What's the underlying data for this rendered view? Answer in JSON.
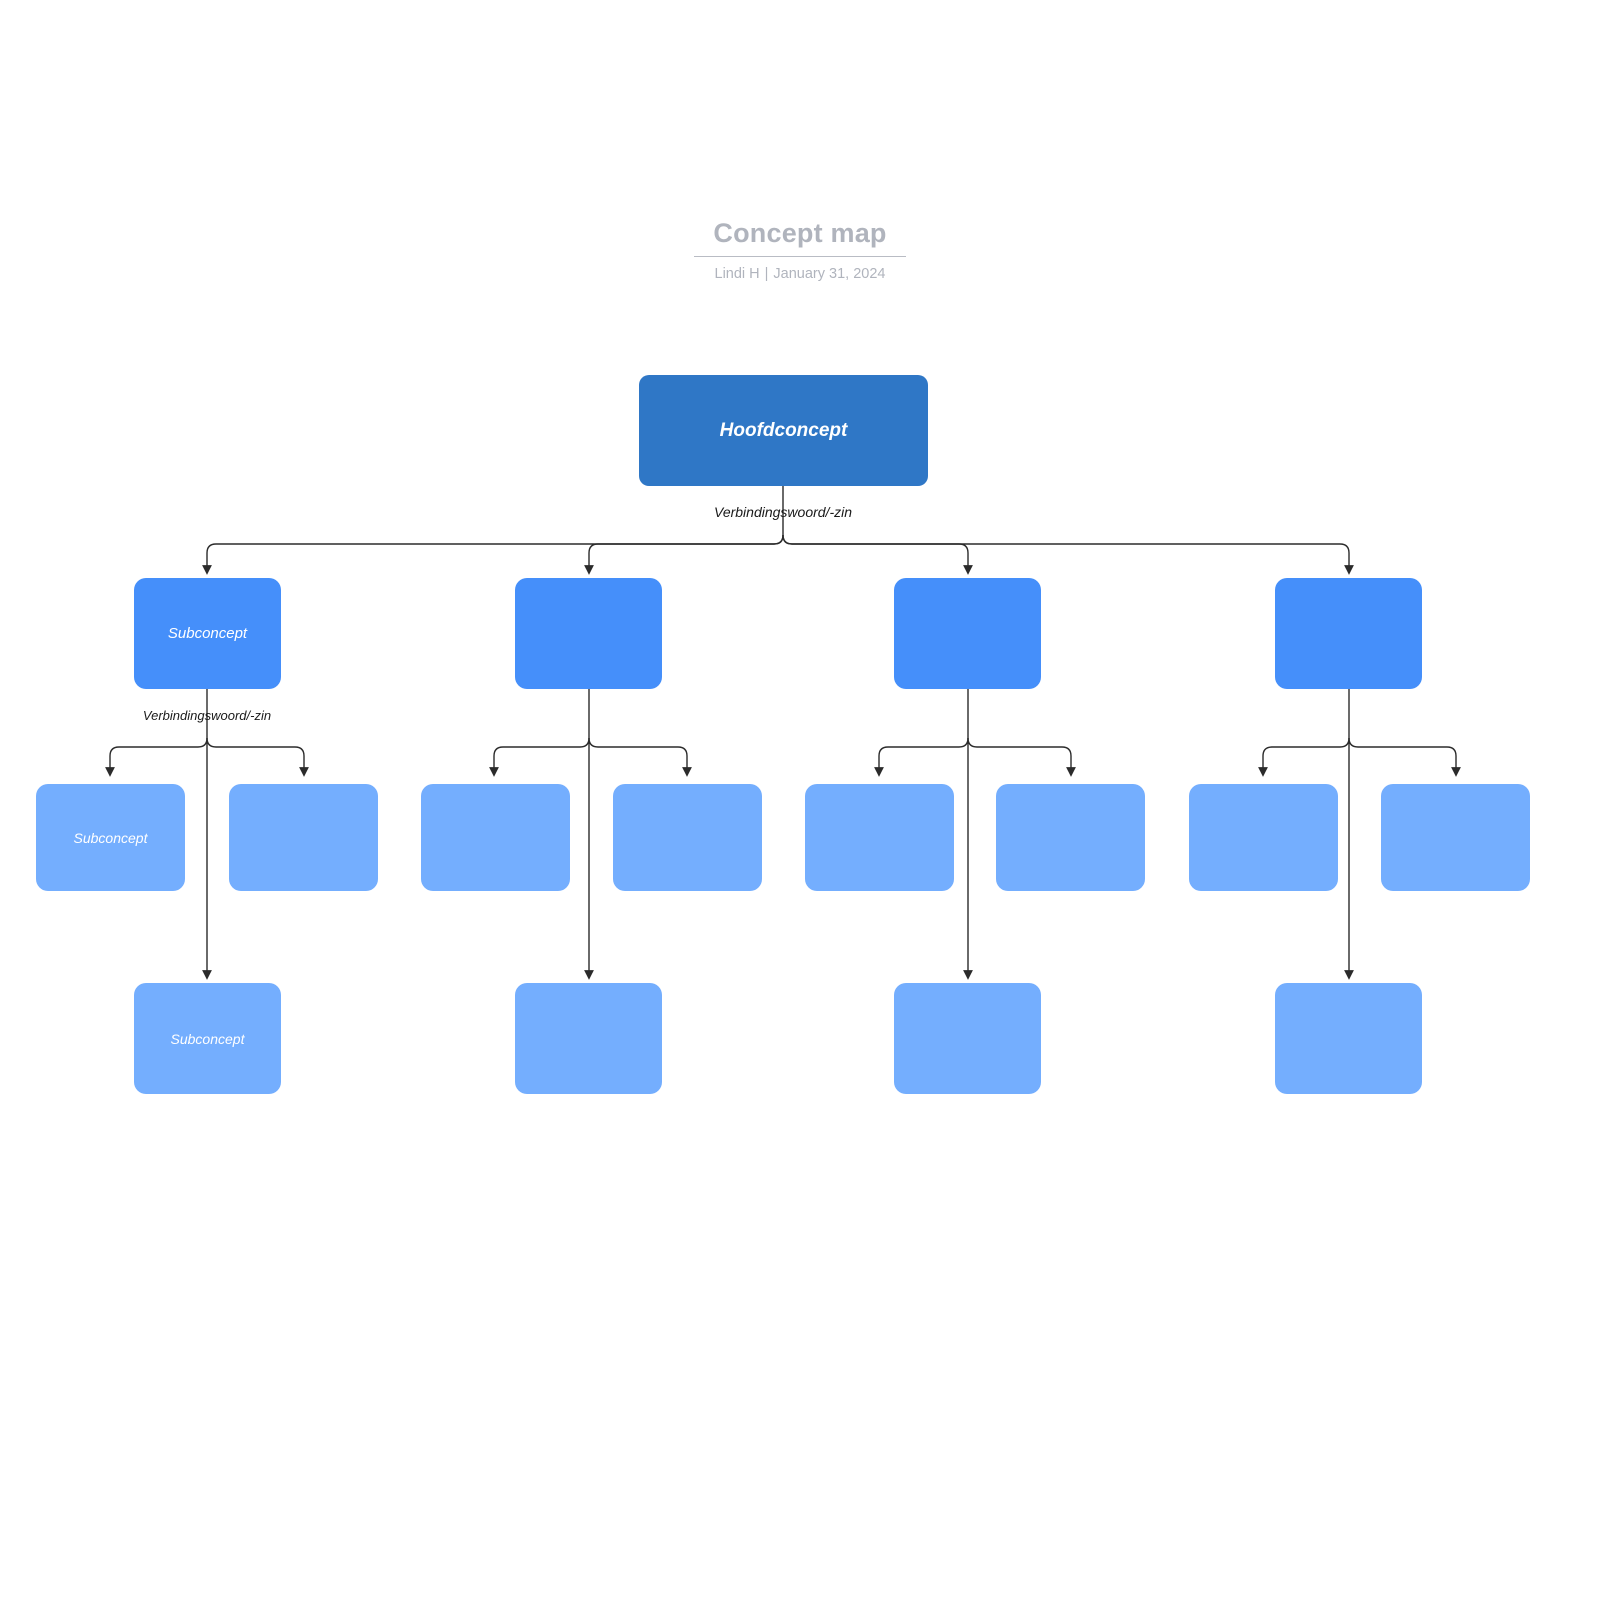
{
  "header": {
    "title": "Concept map",
    "author": "Lindi H",
    "separator": "|",
    "date": "January 31, 2024"
  },
  "labels": {
    "root_edge": "Verbindingswoord/-zin",
    "branch_edge": "Verbindingswoord/-zin"
  },
  "nodes": {
    "root": {
      "text": "Hoofdconcept"
    },
    "level2": [
      {
        "text": "Subconcept"
      },
      {
        "text": ""
      },
      {
        "text": ""
      },
      {
        "text": ""
      }
    ],
    "level3": [
      {
        "text": "Subconcept"
      },
      {
        "text": ""
      },
      {
        "text": ""
      },
      {
        "text": ""
      },
      {
        "text": ""
      },
      {
        "text": ""
      },
      {
        "text": ""
      },
      {
        "text": ""
      }
    ],
    "level4": [
      {
        "text": "Subconcept"
      },
      {
        "text": ""
      },
      {
        "text": ""
      },
      {
        "text": ""
      }
    ]
  },
  "colors": {
    "root_fill": "#2f77c6",
    "level2_fill": "#458ffa",
    "level3_fill": "#74aefe",
    "level4_fill": "#74aefe",
    "connector": "#2b2b2b",
    "header_text": "#b0b4bd",
    "canvas": "#ffffff"
  }
}
